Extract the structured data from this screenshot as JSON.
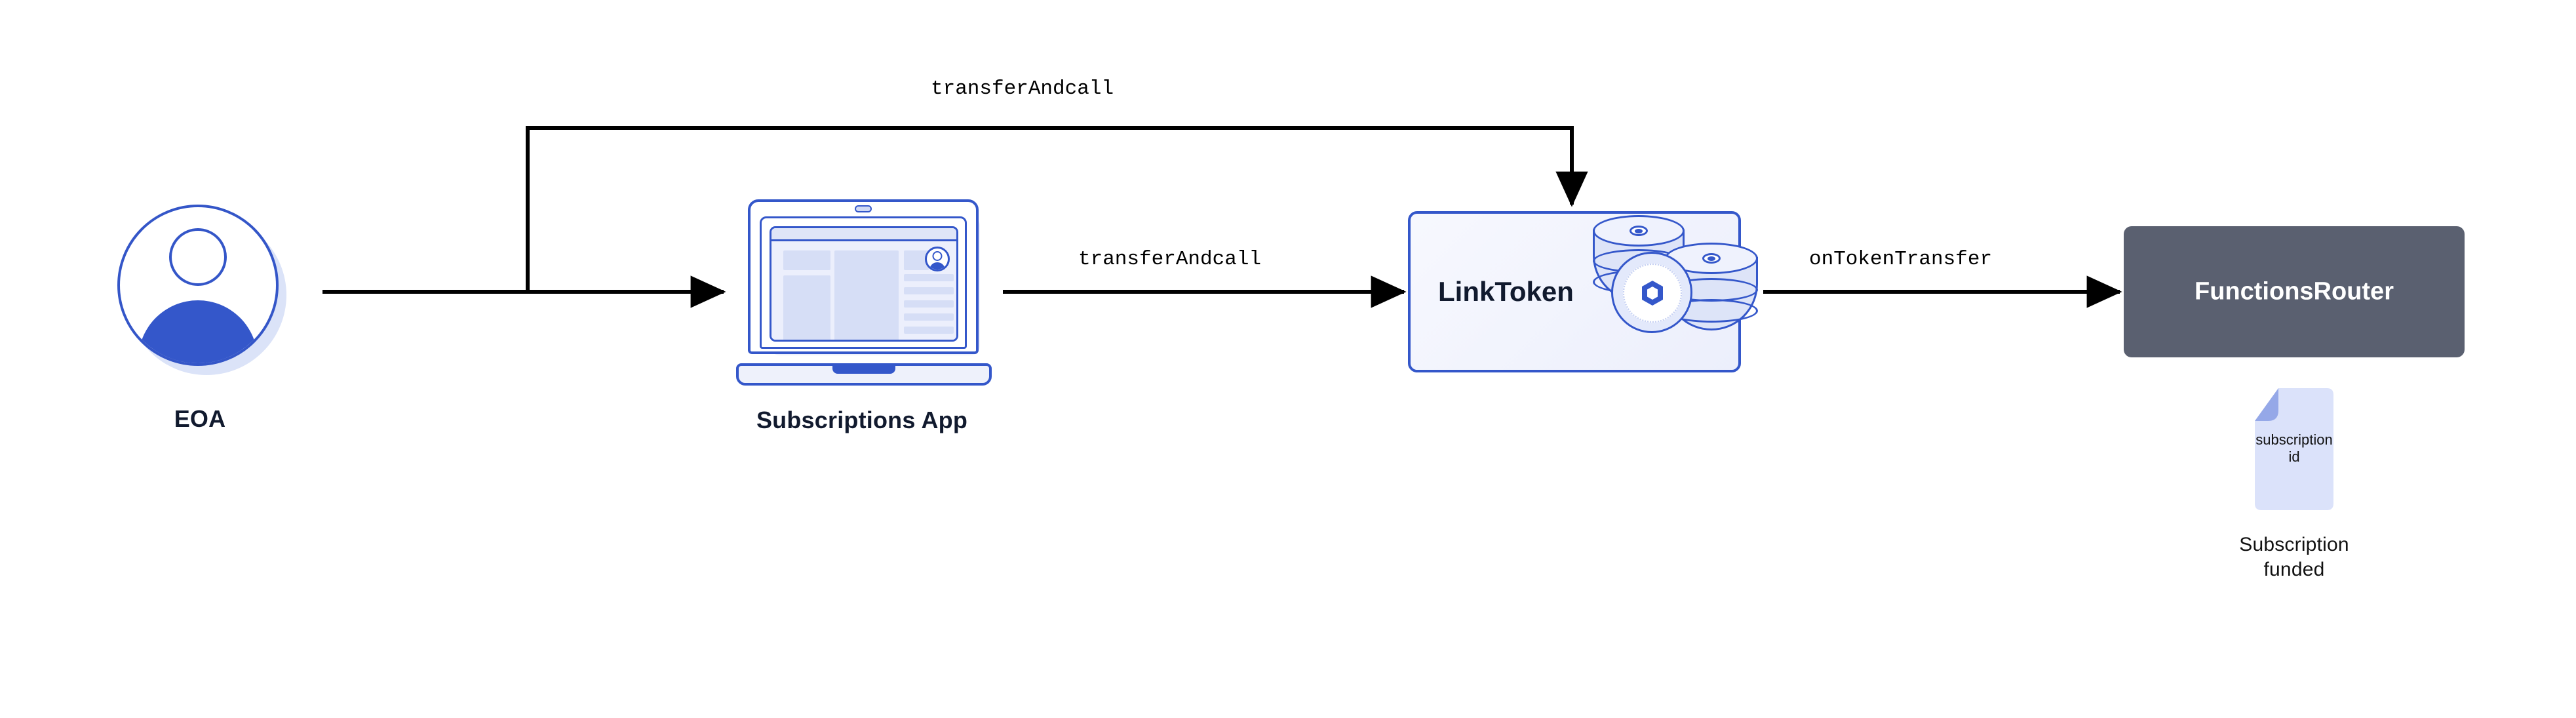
{
  "diagram": {
    "title": "Chainlink Functions subscription funding flow",
    "background": "#ffffff",
    "nodes": [
      {
        "id": "eoa",
        "label": "EOA",
        "icon": "user-avatar-icon"
      },
      {
        "id": "app",
        "label": "Subscriptions App",
        "icon": "laptop-icon"
      },
      {
        "id": "linktoken",
        "label": "LinkToken",
        "icon": "link-coin-stack-icon"
      },
      {
        "id": "router",
        "label": "FunctionsRouter",
        "icon": "none"
      },
      {
        "id": "document",
        "label": "Subscription funded",
        "icon": "document-icon",
        "inner_text": "subscription\nid"
      }
    ],
    "edges": [
      {
        "id": "eoa-to-app",
        "from": "eoa",
        "to": "app",
        "label": ""
      },
      {
        "id": "eoa-to-linktoken",
        "from": "eoa",
        "to": "linktoken",
        "label": "transferAndcall"
      },
      {
        "id": "app-to-linktoken",
        "from": "app",
        "to": "linktoken",
        "label": "transferAndcall"
      },
      {
        "id": "linktoken-to-router",
        "from": "linktoken",
        "to": "router",
        "label": "onTokenTransfer"
      }
    ]
  },
  "labels": {
    "eoa": "EOA",
    "app": "Subscriptions App",
    "linktoken": "LinkToken",
    "router": "FunctionsRouter",
    "doc_inner_line1": "subscription",
    "doc_inner_line2": "id",
    "doc_caption_line1": "Subscription",
    "doc_caption_line2": "funded",
    "edge_top": "transferAndcall",
    "edge_mid": "transferAndcall",
    "edge_right": "onTokenTransfer"
  },
  "colors": {
    "accent_blue": "#3457ca",
    "light_blue_fill": "#dde4f8",
    "pale_blue_fill": "#eceffc",
    "router_gray": "#5a6070",
    "text_dark": "#111a2e",
    "doc_body": "#dbe2fa",
    "doc_fold": "#95a8e8",
    "edge_black": "#000000"
  }
}
